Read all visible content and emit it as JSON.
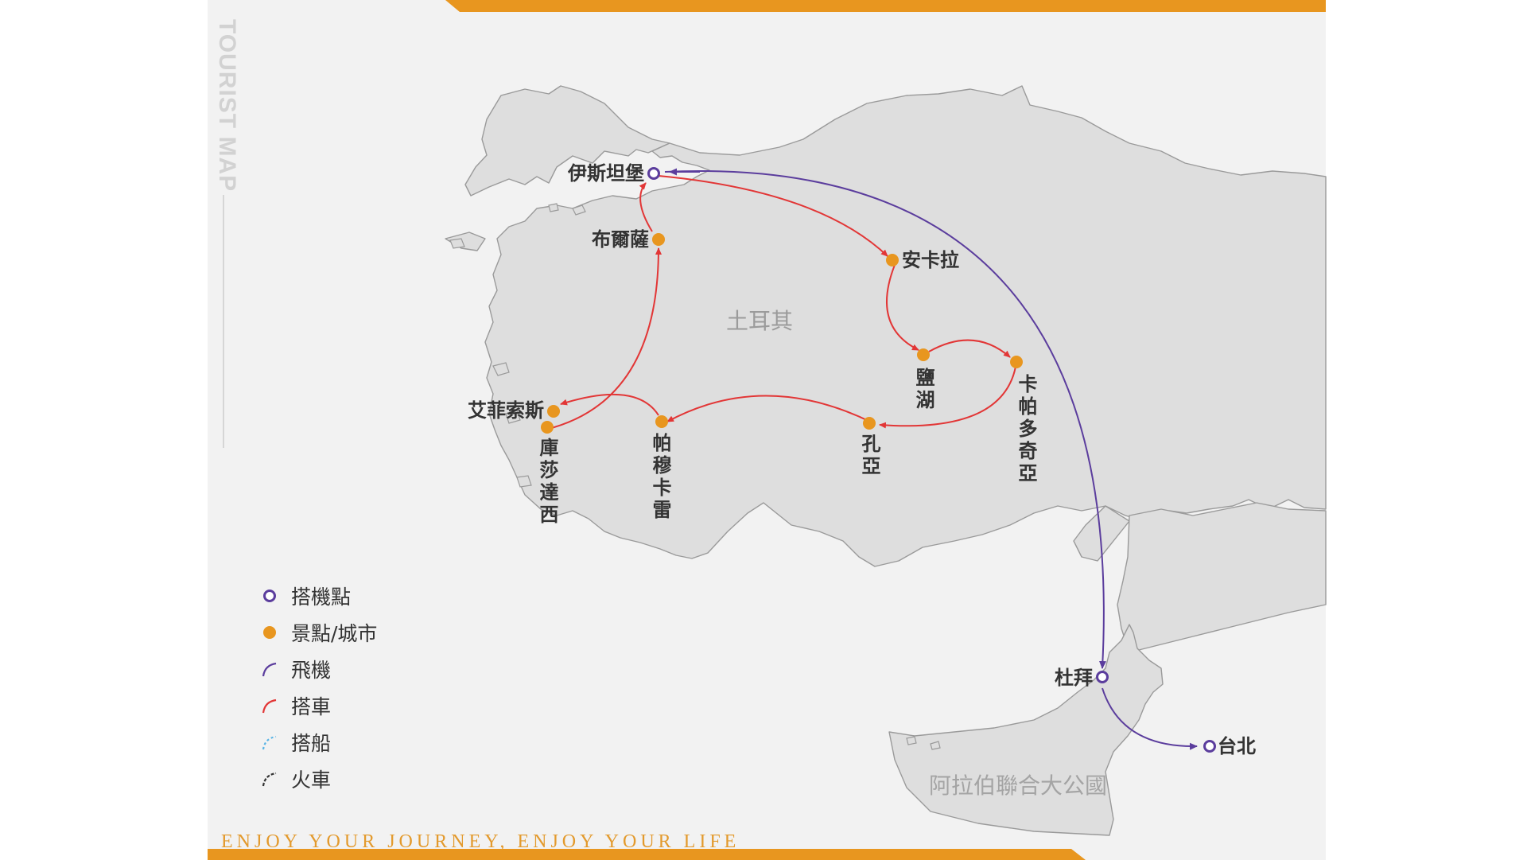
{
  "page": {
    "side_title": "TOURIST MAP",
    "footer": "ENJOY YOUR JOURNEY, ENJOY YOUR LIFE"
  },
  "colors": {
    "accent_orange": "#e8961f",
    "flight_purple": "#5b3d9d",
    "car_red": "#e23636",
    "boat_blue": "#5ab4e5",
    "train_black": "#333333",
    "land": "#dedede",
    "sea": "#f2f2f2"
  },
  "map": {
    "regions": {
      "turkey": "土耳其",
      "uae": "阿拉伯聯合大公國"
    },
    "places": {
      "istanbul": "伊斯坦堡",
      "bursa": "布爾薩",
      "ankara": "安卡拉",
      "salt_lake": "鹽湖",
      "cappadocia": "卡帕多奇亞",
      "konya": "孔亞",
      "pamukkale": "帕穆卡雷",
      "kusadasi": "庫莎達西",
      "ephesus": "艾菲索斯",
      "dubai": "杜拜",
      "taipei": "台北"
    },
    "airports": [
      "istanbul",
      "dubai",
      "taipei"
    ],
    "routes": {
      "flight": [
        [
          "istanbul",
          "dubai"
        ],
        [
          "dubai",
          "taipei"
        ]
      ],
      "car": [
        [
          "istanbul",
          "ankara"
        ],
        [
          "ankara",
          "salt_lake"
        ],
        [
          "salt_lake",
          "cappadocia"
        ],
        [
          "cappadocia",
          "konya"
        ],
        [
          "konya",
          "pamukkale"
        ],
        [
          "pamukkale",
          "ephesus"
        ],
        [
          "kusadasi",
          "bursa"
        ],
        [
          "bursa",
          "istanbul"
        ]
      ]
    }
  },
  "legend": {
    "airport": "搭機點",
    "attraction": "景點/城市",
    "flight": "飛機",
    "car": "搭車",
    "boat": "搭船",
    "train": "火車"
  }
}
